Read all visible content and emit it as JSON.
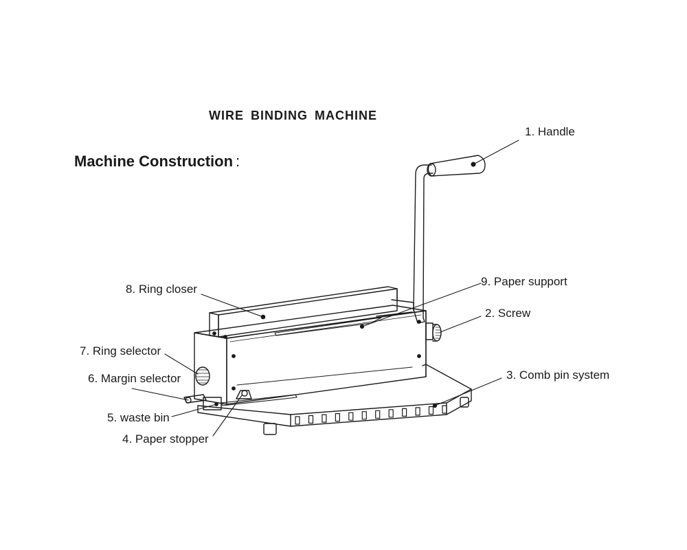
{
  "header": {
    "title": "WIRE  BINDING  MACHINE",
    "subtitle": "Machine Construction",
    "subtitle_colon": ":"
  },
  "parts": [
    {
      "id": "handle",
      "label": "1. Handle"
    },
    {
      "id": "screw",
      "label": "2. Screw"
    },
    {
      "id": "comb-pin-system",
      "label": "3. Comb pin system"
    },
    {
      "id": "paper-stopper",
      "label": "4. Paper stopper"
    },
    {
      "id": "waste-bin",
      "label": "5. waste bin"
    },
    {
      "id": "margin-selector",
      "label": "6. Margin selector"
    },
    {
      "id": "ring-selector",
      "label": "7. Ring selector"
    },
    {
      "id": "ring-closer",
      "label": "8. Ring closer"
    },
    {
      "id": "paper-support",
      "label": "9. Paper support"
    }
  ],
  "colors": {
    "line": "#1a1a1a",
    "background": "#ffffff"
  }
}
